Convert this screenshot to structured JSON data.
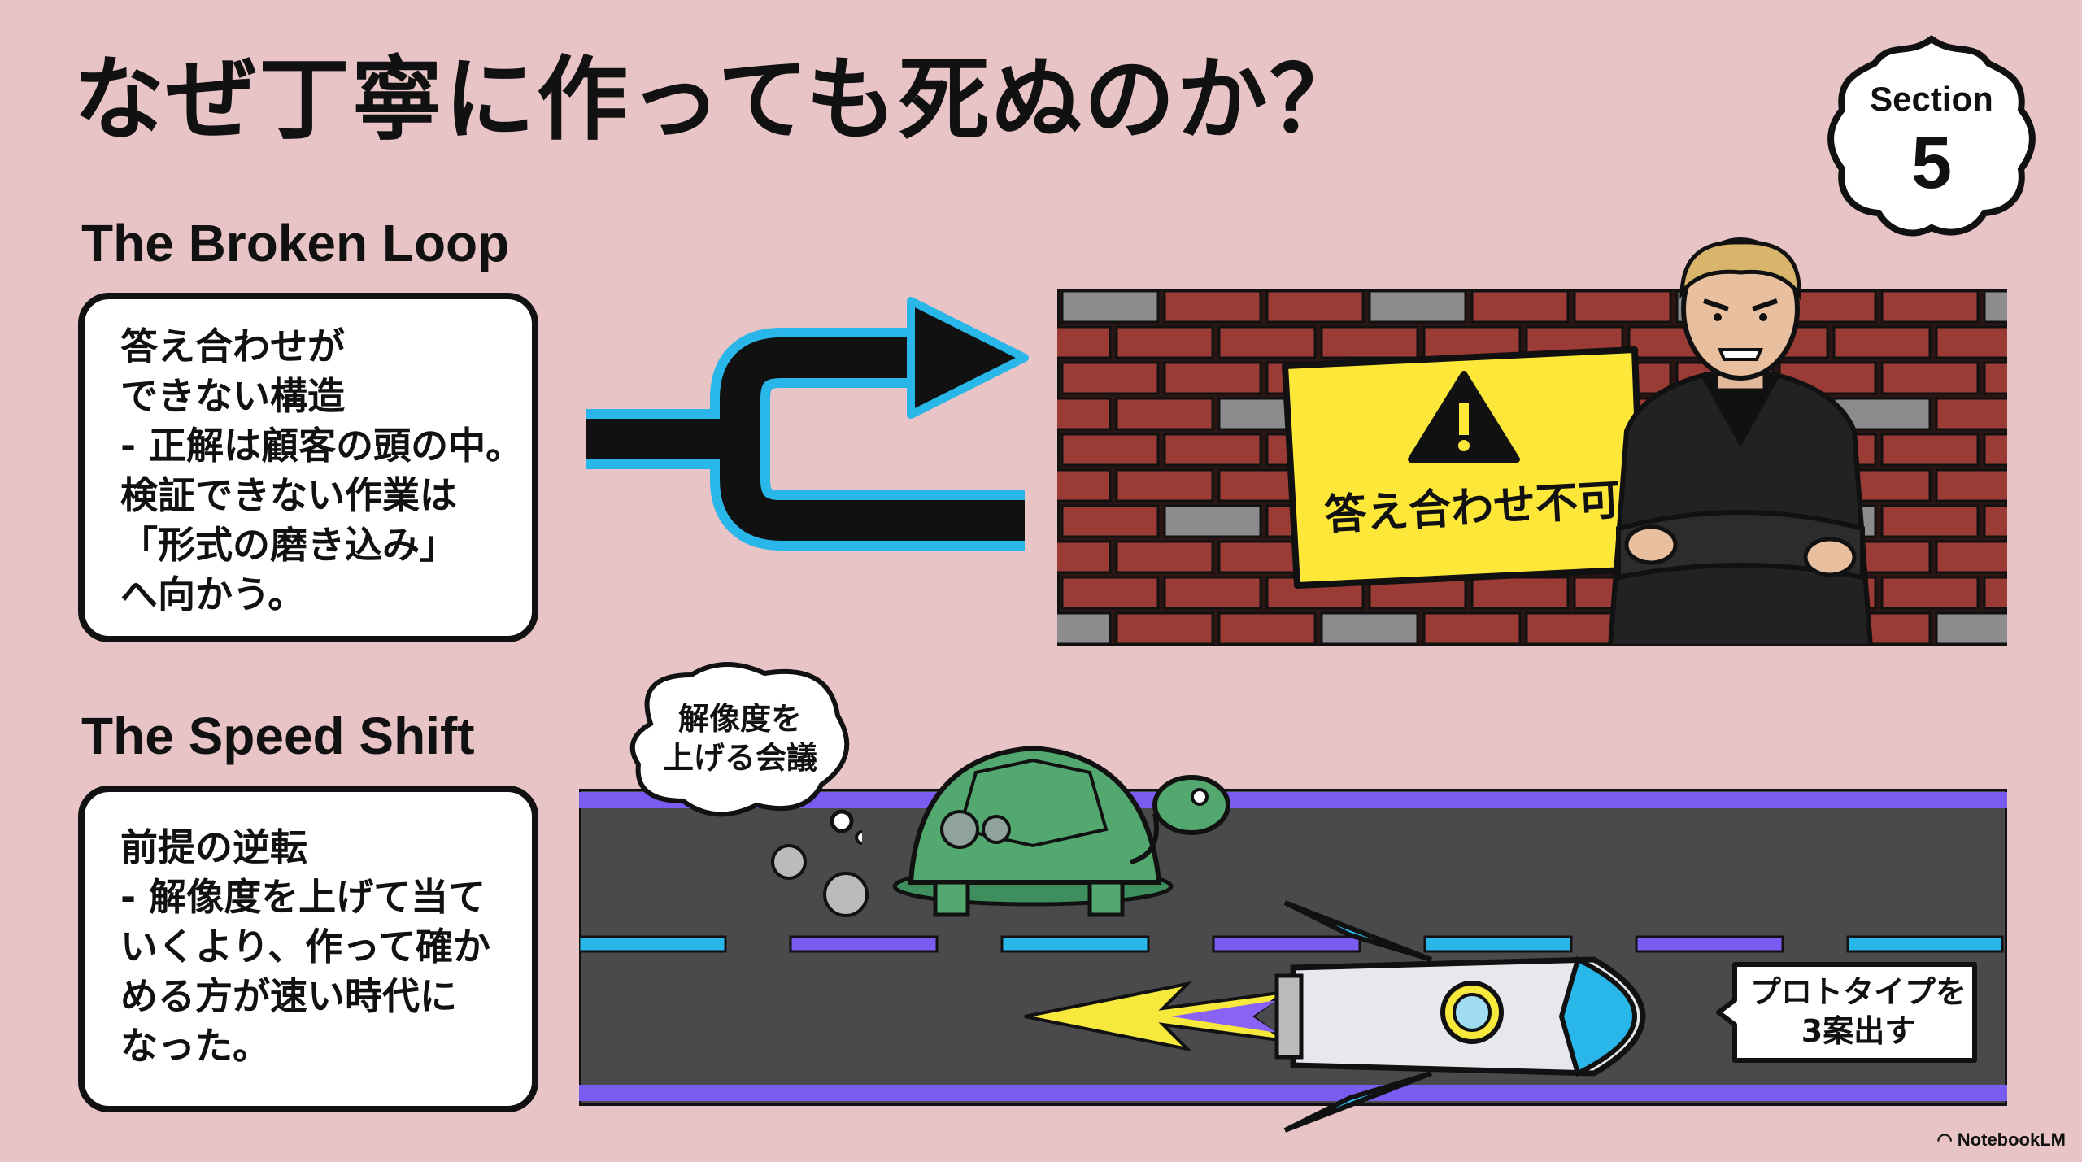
{
  "title": "なぜ丁寧に作っても死ぬのか？",
  "badge": {
    "label": "Section",
    "number": "5"
  },
  "broken_loop": {
    "heading": "The Broken Loop",
    "lines": [
      "答え合わせが",
      "できない構造",
      "- 正解は顧客の頭の中。",
      "検証できない作業は",
      "「形式の磨き込み」",
      "へ向かう。"
    ],
    "sign_text": "答え合わせ不可"
  },
  "speed_shift": {
    "heading": "The Speed Shift",
    "lines": [
      "前提の逆転",
      "- 解像度を上げて当て",
      "いくより、作って確か",
      "める方が速い時代に",
      "なった。"
    ],
    "thought_bubble": [
      "解像度を",
      "上げる会議"
    ],
    "rocket_label": [
      "プロトタイプを",
      "3案出す"
    ]
  },
  "footer": "NotebookLM",
  "colors": {
    "background": "#e8c4c6",
    "accent_blue": "#29b6e8",
    "sign_yellow": "#fde83a",
    "brick": "#9b3b35",
    "road": "#4a4a4d",
    "lane_purple": "#7b5cf0"
  }
}
